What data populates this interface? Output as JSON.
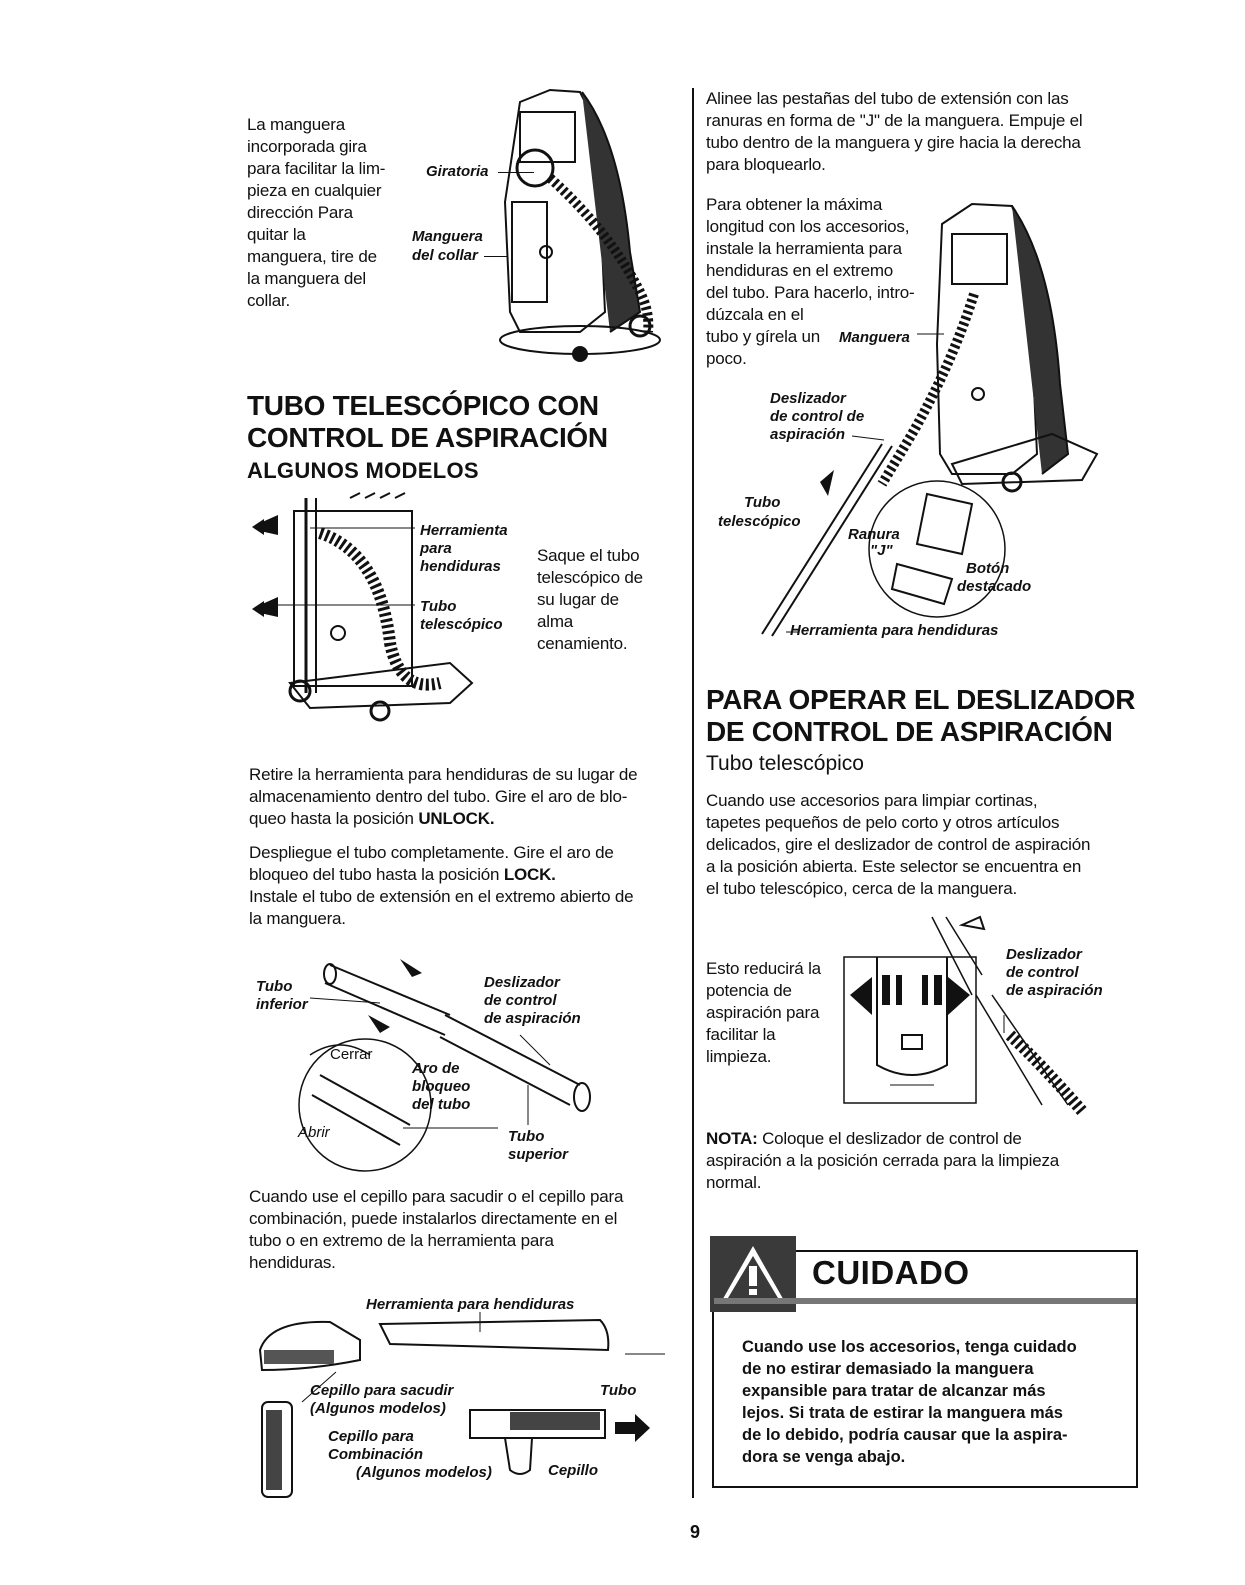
{
  "left": {
    "hose_text": [
      "La manguera",
      "incorporada gira",
      "para facilitar la lim-",
      "pieza en cualquier",
      "dirección  Para",
      "quitar la",
      "manguera, tire de",
      "la manguera del",
      "collar."
    ],
    "hose_labels": {
      "swivel": "Giratoria",
      "collar_hose_1": "Manguera",
      "collar_hose_2": "del collar"
    },
    "heading_1": "TUBO TELESCÓPICO CON",
    "heading_2": "CONTROL DE ASPIRACIÓN",
    "subheading": "ALGUNOS MODELOS",
    "storage_labels": {
      "crevice_1": "Herramienta",
      "crevice_2": "para",
      "crevice_3": "hendiduras",
      "tube_1": "Tubo",
      "tube_2": "telescópico"
    },
    "storage_text": [
      "Saque el tubo",
      "telescópico de",
      "su lugar de",
      "alma",
      "cenamiento."
    ],
    "para1": [
      "Retire la herramienta para hendiduras de su lugar de",
      "almacenamiento dentro del tubo. Gire el aro de blo-",
      "queo hasta la posición "
    ],
    "para1_bold": "UNLOCK.",
    "para2": [
      "Despliegue el tubo completamente. Gire el aro de",
      "bloqueo del tubo hasta la posición "
    ],
    "para2_bold": "LOCK.",
    "para3": [
      "Instale el tubo de extensión en el extremo abierto de",
      "la manguera."
    ],
    "lock_labels": {
      "lower_tube_1": "Tubo",
      "lower_tube_2": "inferior",
      "slider_1": "Deslizador",
      "slider_2": "de control",
      "slider_3": "de aspiración",
      "close": "Cerrar",
      "open": "Abrir",
      "ring_1": "Aro de",
      "ring_2": "bloqueo",
      "ring_3": "del tubo",
      "upper_tube_1": "Tubo",
      "upper_tube_2": "superior"
    },
    "para4": [
      "Cuando use el cepillo para sacudir o el cepillo para",
      "combinación, puede instalarlos directamente en el",
      "tubo o en extremo de la herramienta para",
      "hendiduras."
    ],
    "tools_labels": {
      "crevice": "Herramienta para hendiduras",
      "dust_1": "Cepillo para sacudir",
      "dust_2": "(Algunos modelos)",
      "tube": "Tubo",
      "combo_1": "Cepillo para",
      "combo_2": "Combinación",
      "combo_3": "(Algunos modelos)",
      "brush": "Cepillo"
    }
  },
  "right": {
    "para1": [
      "Alinee las pestañas del tubo de extensión con las",
      "ranuras en forma de \"J\" de la manguera. Empuje el",
      "tubo dentro de la manguera y gire hacia la derecha",
      "para bloquearlo."
    ],
    "para2": [
      "Para obtener la máxima",
      "longitud con los accesorios,",
      "instale la herramienta para",
      "hendiduras en el extremo",
      "del tubo. Para hacerlo, intro-",
      "dúzcala en el",
      "tubo y gírela un",
      "poco."
    ],
    "ext_labels": {
      "hose": "Manguera",
      "slider_1": "Deslizador",
      "slider_2": "de control de",
      "slider_3": "aspiración",
      "tube_1": "Tubo",
      "tube_2": "telescópico",
      "slot_1": "Ranura",
      "slot_2": "\"J\"",
      "button_1": "Botón",
      "button_2": "destacado",
      "crevice": "Herramienta para hendiduras"
    },
    "heading_1": "PARA OPERAR EL DESLIZADOR",
    "heading_2": "DE CONTROL DE ASPIRACIÓN",
    "subheading": "Tubo telescópico",
    "para3": [
      "Cuando use accesorios para limpiar cortinas,",
      "tapetes pequeños de pelo corto y otros artículos",
      "delicados, gire el deslizador de control de aspiración",
      "a la posición abierta.  Este selector se encuentra en",
      "el tubo telescópico, cerca de la manguera."
    ],
    "reduce_text": [
      "Esto reducirá la",
      "potencia de",
      "aspiración para",
      "facilitar la",
      "limpieza."
    ],
    "slider_labels": {
      "l1": "Deslizador",
      "l2": "de control",
      "l3": "de aspiración"
    },
    "note_bold": "NOTA:",
    "note": [
      " Coloque el deslizador de control de",
      "aspiración a la posición cerrada para la limpieza",
      "normal."
    ],
    "caution_title": "CUIDADO",
    "caution_text": [
      "Cuando use los accesorios, tenga cuidado",
      "de no estirar demasiado la manguera",
      "expansible para tratar de alcanzar más",
      "lejos. Si trata de estirar la manguera más",
      "de lo debido, podría causar que la aspira-",
      "dora se venga abajo."
    ]
  },
  "page_number": "9"
}
